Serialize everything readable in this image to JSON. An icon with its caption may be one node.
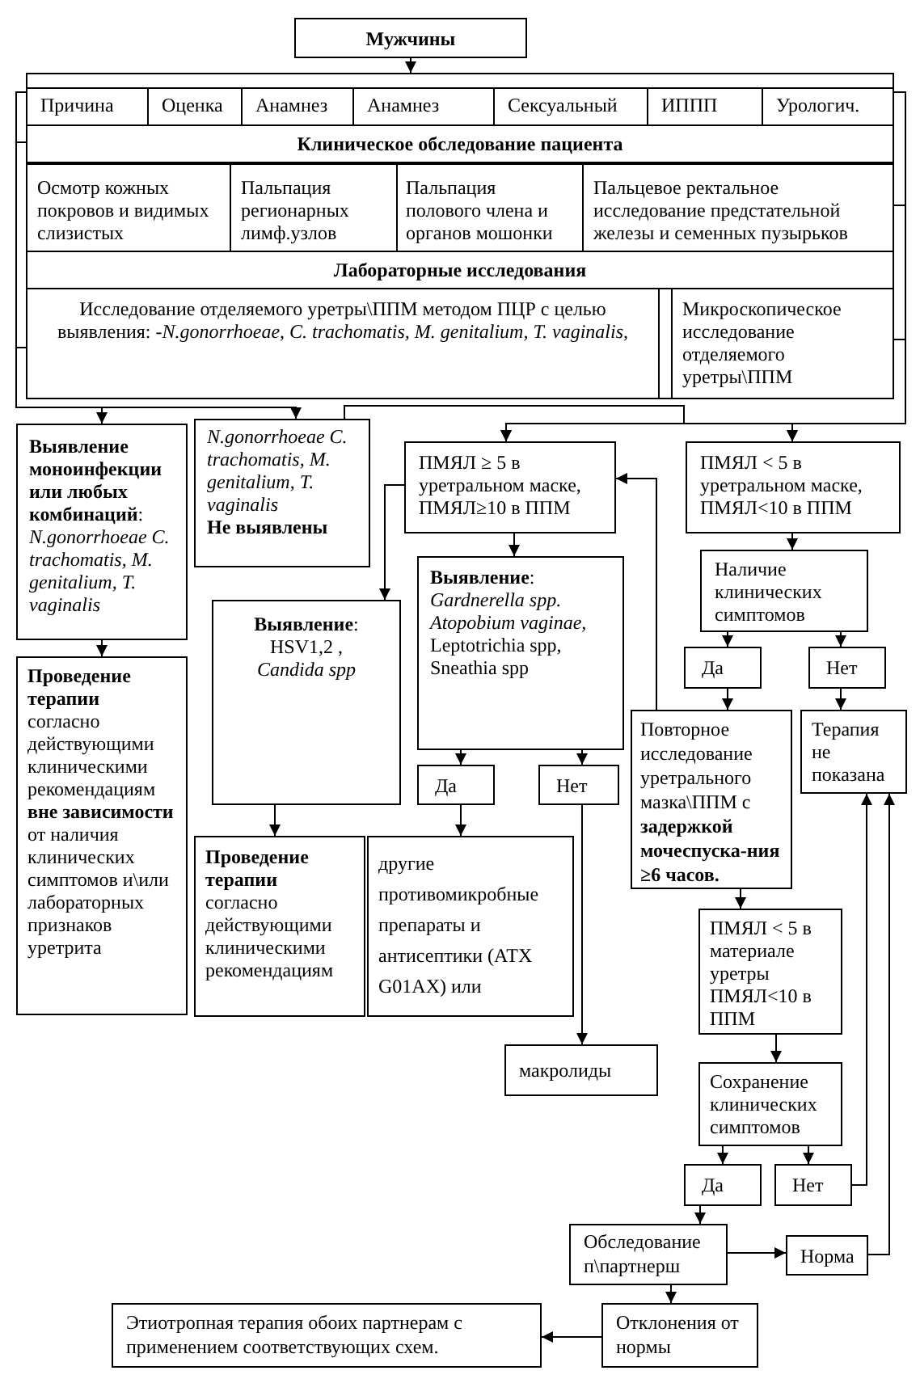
{
  "diagram": {
    "nodes": [
      {
        "text": [
          "Мужчины"
        ]
      },
      {
        "text": [],
        "shape": "box"
      },
      {
        "text": [
          "Причина"
        ],
        "in": 1
      },
      {
        "text": [
          "Оценка"
        ],
        "in": 1
      },
      {
        "text": [
          "Анамнез"
        ],
        "in": 1
      },
      {
        "text": [
          "Анамнез"
        ],
        "in": 1
      },
      {
        "text": [
          "Сексуальный"
        ],
        "in": 1
      },
      {
        "text": [
          "ИППП"
        ],
        "in": 1
      },
      {
        "text": [
          "Урологич."
        ],
        "in": 1
      },
      {
        "text": [
          "Клиническое обследование пациента"
        ],
        "in": 1
      },
      {
        "text": [
          "Осмотр кожных покровов и видимых слизистых"
        ],
        "in": 1
      },
      {
        "text": [
          "Пальпация регионарных лимф.узлов"
        ],
        "in": 1
      },
      {
        "text": [
          "Пальпация полового члена и органов мошонки"
        ],
        "in": 1
      },
      {
        "text": [
          "Пальцевое ректальное исследование предстательной железы и семенных пузырьков"
        ],
        "in": 1
      },
      {
        "text": [
          "Лабораторные исследования"
        ],
        "in": 1
      },
      {
        "text": [
          "Исследование отделяемого уретры\\ППМ методом ПЦР с целью выявления: -*N.gonorrhoeae, C. trachomatis, M. genitalium, T. vaginalis,*"
        ],
        "in": 1
      },
      {
        "text": [
          "Микроскопическое исследование отделяемого уретры\\ППМ"
        ],
        "in": 1
      },
      {
        "text": [
          "**Выявление моноинфекции или любых комбинаций**:",
          "N.gonorrhoeae C. trachomatis, M. genitalium, T. vaginalis"
        ]
      },
      {
        "text": [
          "N.gonorrhoeae C. trachomatis, M. genitalium, T. vaginalis",
          "Не выявлены"
        ]
      },
      {
        "text": [
          "ПМЯЛ ≥ 5 в уретральном маске, ПМЯЛ≥10 в ППМ"
        ]
      },
      {
        "text": [
          "ПМЯЛ < 5 в уретральном маске, ПМЯЛ<10 в ППМ"
        ]
      },
      {
        "text": [
          "**Выявление**:",
          "HSV1,2 ,",
          "Candida spp"
        ]
      },
      {
        "text": [
          "**Выявление**:",
          "*Gardnerella spp. Atopobium vaginae,* Leptotrichia spp, Sneathia spp"
        ]
      },
      {
        "text": [
          "Наличие клинических симптомов"
        ]
      },
      {
        "text": [
          "Да"
        ]
      },
      {
        "text": [
          "Нет"
        ]
      },
      {
        "text": [
          "**Проведение терапии** согласно действующими клиническими рекомендациям **вне зависимости** от наличия клинических симптомов и\\или лабораторных признаков уретрита"
        ]
      },
      {
        "text": [
          "Да"
        ]
      },
      {
        "text": [
          "Нет"
        ]
      },
      {
        "text": [
          "Повторное исследование уретрального мазка\\ППМ с **задержкой мочеспуска-ния ≥6 часов.**"
        ]
      },
      {
        "text": [
          "Терапия не показана"
        ]
      },
      {
        "text": [
          "**Проведение терапии** согласно действующими клиническими рекомендациям"
        ]
      },
      {
        "text": [
          "другие противомикробные препараты и антисептики (АТХ G01AX) или"
        ]
      },
      {
        "text": [
          "ПМЯЛ < 5 в материале уретры ПМЯЛ<10 в ППМ"
        ]
      },
      {
        "text": [
          "макролиды"
        ]
      },
      {
        "text": [
          "Сохранение клинических симптомов"
        ]
      },
      {
        "text": [
          "Да"
        ]
      },
      {
        "text": [
          "Нет"
        ]
      },
      {
        "text": [
          "Обследование п\\партнерш"
        ]
      },
      {
        "text": [
          "Норма"
        ]
      },
      {
        "text": [
          "Отклонения от нормы"
        ]
      },
      {
        "text": [
          "Этиотропная терапия обоих партнерам с применением соответствующих схем."
        ]
      }
    ],
    "edges": [
      {
        "from": 0,
        "to": 1,
        "arrow": "to"
      },
      {
        "from": 1,
        "to": 17,
        "arrow": "to"
      },
      {
        "from": 1,
        "to": 18,
        "arrow": "to"
      },
      {
        "from": 1,
        "to": 19,
        "arrow": "to"
      },
      {
        "from": 1,
        "to": 20,
        "arrow": "to"
      },
      {
        "from": 18,
        "to": 19,
        "arrow": "to"
      },
      {
        "from": 18,
        "to": 20,
        "arrow": "to"
      },
      {
        "from": 19,
        "to": 21,
        "arrow": "to"
      },
      {
        "from": 19,
        "to": 22,
        "arrow": "to"
      },
      {
        "from": 20,
        "to": 23,
        "arrow": "to"
      },
      {
        "from": 23,
        "to": 24,
        "arrow": "to"
      },
      {
        "from": 23,
        "to": 25,
        "arrow": "to"
      },
      {
        "from": 17,
        "to": 26,
        "arrow": "to"
      },
      {
        "from": 22,
        "to": 27,
        "arrow": "to"
      },
      {
        "from": 22,
        "to": 28,
        "arrow": "to"
      },
      {
        "from": 24,
        "to": 29,
        "arrow": "to"
      },
      {
        "from": 25,
        "to": 30,
        "arrow": "to"
      },
      {
        "from": 29,
        "to": 19,
        "arrow": "to"
      },
      {
        "from": 21,
        "to": 31,
        "arrow": "to"
      },
      {
        "from": 27,
        "to": 32,
        "arrow": "to"
      },
      {
        "from": 28,
        "to": 34,
        "arrow": "to"
      },
      {
        "from": 29,
        "to": 33,
        "arrow": "to"
      },
      {
        "from": 33,
        "to": 35,
        "arrow": "to"
      },
      {
        "from": 35,
        "to": 36,
        "arrow": "to"
      },
      {
        "from": 35,
        "to": 37,
        "arrow": "to"
      },
      {
        "from": 37,
        "to": 30,
        "arrow": "to"
      },
      {
        "from": 36,
        "to": 38,
        "arrow": "to"
      },
      {
        "from": 38,
        "to": 39,
        "arrow": "to"
      },
      {
        "from": 39,
        "to": 30,
        "arrow": "to"
      },
      {
        "from": 38,
        "to": 40,
        "arrow": "to"
      },
      {
        "from": 40,
        "to": 41,
        "arrow": "to"
      }
    ]
  }
}
